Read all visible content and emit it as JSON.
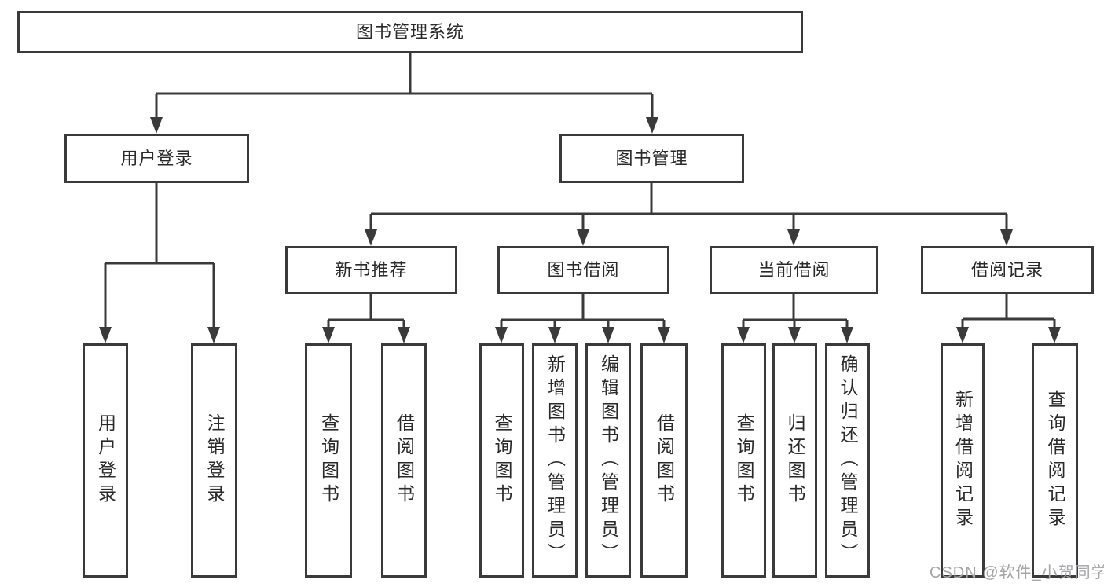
{
  "diagram": {
    "title": "图书管理系统",
    "branches": [
      {
        "label": "用户登录",
        "children": [
          "用户登录",
          "注销登录"
        ]
      },
      {
        "label": "图书管理",
        "modules": [
          {
            "label": "新书推荐",
            "children": [
              "查询图书",
              "借阅图书"
            ]
          },
          {
            "label": "图书借阅",
            "children": [
              "查询图书",
              "新增图书（管理员）",
              "编辑图书（管理员）",
              "借阅图书"
            ]
          },
          {
            "label": "当前借阅",
            "children": [
              "查询图书",
              "归还图书",
              "确认归还（管理员）"
            ]
          },
          {
            "label": "借阅记录",
            "children": [
              "新增借阅记录",
              "查询借阅记录"
            ]
          }
        ]
      }
    ]
  },
  "watermark": "CSDN @软件_小贺同学",
  "colors": {
    "line": "#3a3a3a",
    "text": "#2a2a2a",
    "watermark": "#a4a4a9",
    "background": "#ffffff"
  }
}
